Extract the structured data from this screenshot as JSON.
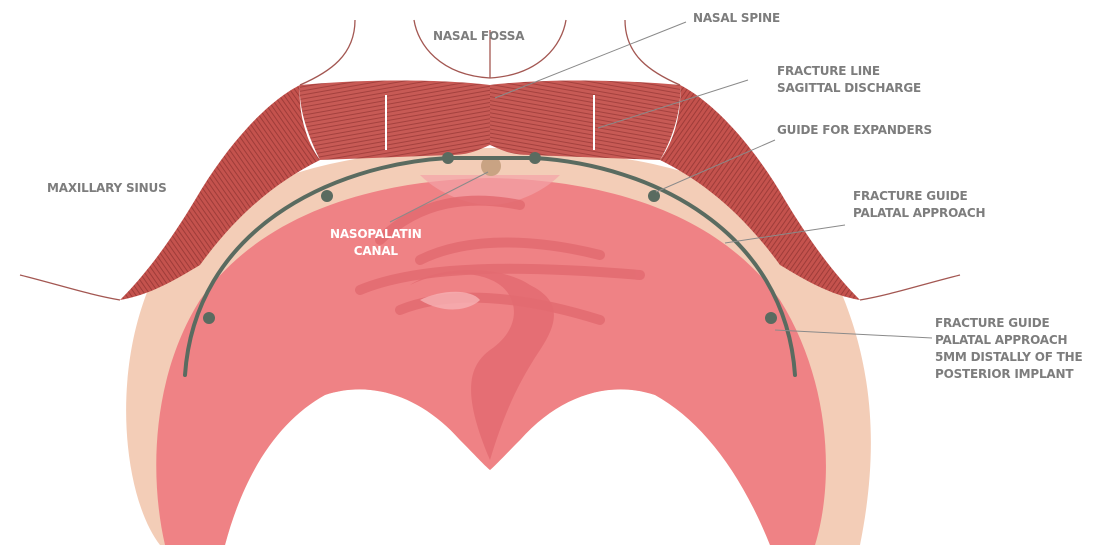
{
  "labels": {
    "nasal_fossa": "NASAL FOSSA",
    "nasal_spine": "NASAL SPINE",
    "fracture_line": [
      "FRACTURE LINE",
      "SAGITTAL DISCHARGE"
    ],
    "guide_expanders": "GUIDE FOR EXPANDERS",
    "maxillary_sinus": "MAXILLARY SINUS",
    "fracture_guide_palatal": [
      "FRACTURE GUIDE",
      "PALATAL APPROACH"
    ],
    "nasopalatin_canal": [
      "NASOPALATIN",
      "CANAL"
    ],
    "fracture_guide_distal": [
      "FRACTURE GUIDE",
      "PALATAL APPROACH",
      "5MM DISTALLY OF THE",
      "POSTERIOR IMPLANT"
    ]
  },
  "colors": {
    "label_gray": "#7d7d7d",
    "bone": "#f3cdb7",
    "palate": "#ef8285",
    "palate_light": "#f4a3a6",
    "ridge": "#e36b71",
    "muscle": "#c4524d",
    "muscle_dark": "#9e3c39",
    "guide_line": "#5a6b60",
    "canal": "#c9a383"
  }
}
